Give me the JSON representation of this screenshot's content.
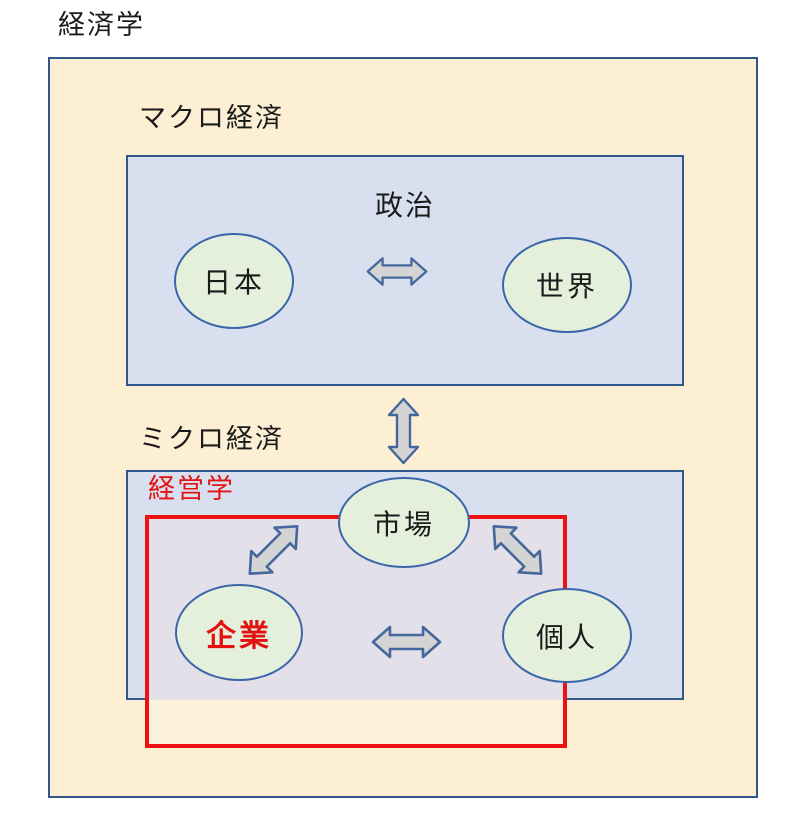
{
  "title": "経済学",
  "macro": {
    "label": "マクロ経済",
    "context_label": "政治",
    "node_japan": "日本",
    "node_world": "世界"
  },
  "micro": {
    "label": "ミクロ経済",
    "management_label": "経営学",
    "node_market": "市場",
    "node_company": "企業",
    "node_individual": "個人"
  },
  "colors": {
    "outer_fill": "#FCEFD4",
    "panel_fill": "#D8E0F0",
    "panel_border": "#30568C",
    "node_fill": "#E5F0DC",
    "node_border": "#3A65A8",
    "arrow_fill": "#D4D4D4",
    "arrow_border": "#44689C",
    "management_red": "#EE1111",
    "company_text_red": "#E41111",
    "overlap_on_blue": "#E4E0E9",
    "overlap_on_cream": "#FAF0DC",
    "text_color": "#1A1A1A"
  }
}
